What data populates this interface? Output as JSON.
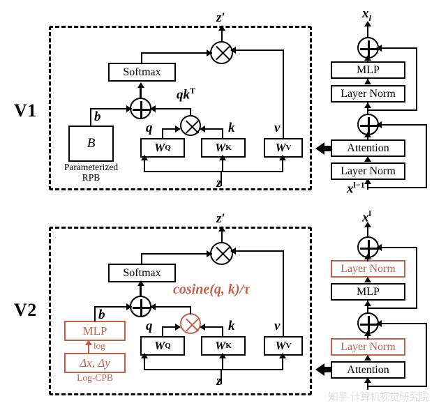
{
  "figure": {
    "title": "Swin Transformer V1 vs V2 block architecture",
    "accent_color": "#C4604A",
    "line_color": "#000000",
    "background": "#ffffff"
  },
  "versions": [
    {
      "id": "v1",
      "label": "V1",
      "attention_module": {
        "softmax_label": "Softmax",
        "bias_box_label": "B",
        "bias_caption_line1": "Parameterized",
        "bias_caption_line2": "RPB",
        "bias_edge_label": "b",
        "wq_label": "W",
        "wq_sup": "Q",
        "wk_label": "W",
        "wk_sup": "K",
        "wv_label": "W",
        "wv_sup": "V",
        "q_label": "q",
        "k_label": "k",
        "v_label": "v",
        "z_in_label": "z",
        "z_out_label": "z′",
        "sim_label": "qk",
        "sim_sup": "T",
        "sim_op": "multiply",
        "add_op": "add",
        "out_op": "multiply",
        "accent": false
      },
      "block": {
        "top_label": "x",
        "top_sub": "l",
        "bottom_label": "x",
        "bottom_sup": "l−1",
        "layers": [
          {
            "label": "MLP",
            "accent": false
          },
          {
            "label": "Layer Norm",
            "accent": false
          },
          {
            "label": "Attention",
            "accent": false
          },
          {
            "label": "Layer Norm",
            "accent": false
          }
        ],
        "order_note": "pre-norm"
      }
    },
    {
      "id": "v2",
      "label": "V2",
      "attention_module": {
        "softmax_label": "Softmax",
        "bias_box_label": "MLP",
        "bias_input_label": "Δx, Δy",
        "bias_log_label": "log",
        "bias_caption_line1": "Log-CPB",
        "bias_caption_line2": "",
        "bias_edge_label": "b",
        "wq_label": "W",
        "wq_sup": "Q",
        "wk_label": "W",
        "wk_sup": "K",
        "wv_label": "W",
        "wv_sup": "V",
        "q_label": "q",
        "k_label": "k",
        "v_label": "v",
        "z_in_label": "z",
        "z_out_label": "z′",
        "sim_label": "cosine(q, k)/τ",
        "sim_sup": "",
        "sim_op": "multiply",
        "add_op": "add",
        "out_op": "multiply",
        "accent": true
      },
      "block": {
        "top_label": "x",
        "top_sup": "l",
        "bottom_label": "",
        "bottom_sup": "",
        "layers": [
          {
            "label": "Layer Norm",
            "accent": true
          },
          {
            "label": "MLP",
            "accent": false
          },
          {
            "label": "Layer Norm",
            "accent": true
          },
          {
            "label": "Attention",
            "accent": false
          }
        ],
        "order_note": "post-norm"
      }
    }
  ],
  "watermark": {
    "text": "知乎·计算机视觉研究院"
  }
}
